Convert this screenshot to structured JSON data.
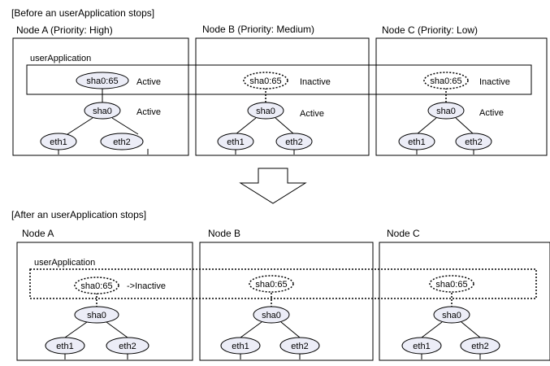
{
  "before": {
    "caption": "[Before an userApplication stops]",
    "app_label": "userApplication",
    "nodes": [
      {
        "title": "Node A (Priority: High)",
        "vip": "sha0:65",
        "vip_status": "Active",
        "sha": "sha0",
        "sha_status": "Active",
        "eth1": "eth1",
        "eth2": "eth2",
        "vip_dotted": false
      },
      {
        "title": "Node B (Priority: Medium)",
        "vip": "sha0:65",
        "vip_status": "Inactive",
        "sha": "sha0",
        "sha_status": "Active",
        "eth1": "eth1",
        "eth2": "eth2",
        "vip_dotted": true
      },
      {
        "title": "Node C (Priority: Low)",
        "vip": "sha0:65",
        "vip_status": "Inactive",
        "sha": "sha0",
        "sha_status": "Active",
        "eth1": "eth1",
        "eth2": "eth2",
        "vip_dotted": true
      }
    ]
  },
  "after": {
    "caption": "[After an userApplication stops]",
    "app_label": "userApplication",
    "nodes": [
      {
        "title": "Node A",
        "vip": "sha0:65",
        "vip_status": "->Inactive",
        "sha": "sha0",
        "sha_status": "",
        "eth1": "eth1",
        "eth2": "eth2",
        "vip_dotted": true
      },
      {
        "title": "Node B",
        "vip": "sha0:65",
        "vip_status": "",
        "sha": "sha0",
        "sha_status": "",
        "eth1": "eth1",
        "eth2": "eth2",
        "vip_dotted": true
      },
      {
        "title": "Node C",
        "vip": "sha0:65",
        "vip_status": "",
        "sha": "sha0",
        "sha_status": "",
        "eth1": "eth1",
        "eth2": "eth2",
        "vip_dotted": true
      }
    ]
  },
  "colors": {
    "ellipse_fill": "#ecedf7",
    "stroke": "#000000"
  }
}
